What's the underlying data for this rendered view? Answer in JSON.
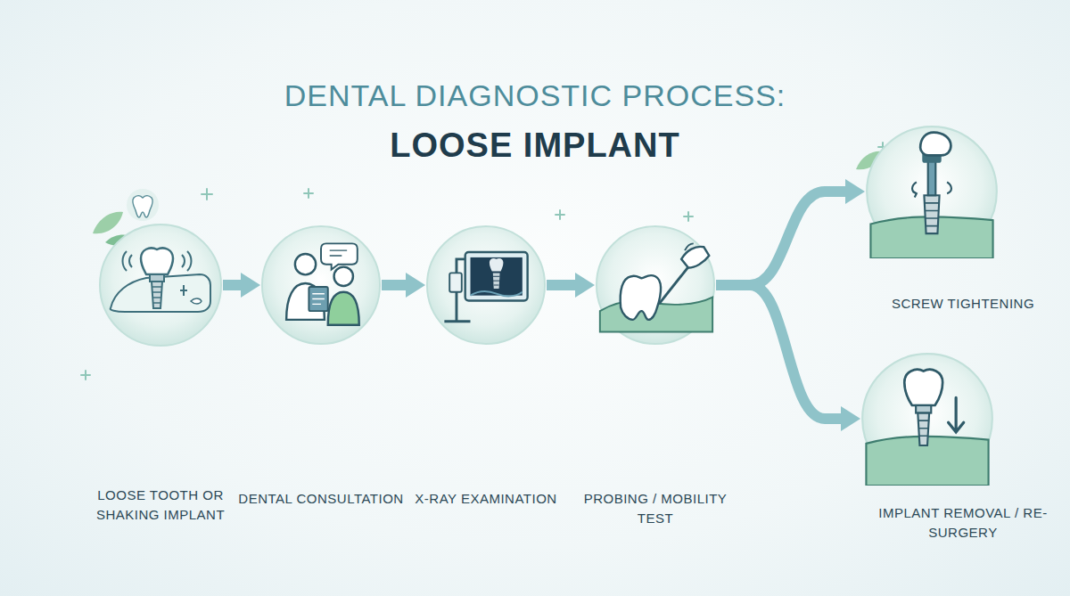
{
  "diagram": {
    "title": "DENTAL DIAGNOSTIC PROCESS:",
    "nodes": [
      {
        "text": [
          "LOOSE TOOTH OR SHAKING IMPLANT"
        ]
      },
      {
        "text": [
          "DENTAL CONSULTATION"
        ]
      },
      {
        "text": [
          "X-RAY EXAMINATION"
        ]
      },
      {
        "text": [
          "PROBING / MOBILITY TEST"
        ]
      },
      {
        "text": [
          "SCREW TIGHTENING"
        ]
      },
      {
        "text": [
          "IMPLANT REMOVAL / RE-SURGERY"
        ]
      }
    ],
    "edges": [
      {
        "from": 0,
        "to": 1,
        "arrow": "to"
      },
      {
        "from": 1,
        "to": 2,
        "arrow": "to"
      },
      {
        "from": 2,
        "to": 3,
        "arrow": "to"
      },
      {
        "from": 3,
        "to": 4,
        "arrow": "to"
      },
      {
        "from": 3,
        "to": 5,
        "arrow": "to"
      }
    ],
    "labels": [
      "LOOSE IMPLANT"
    ]
  }
}
